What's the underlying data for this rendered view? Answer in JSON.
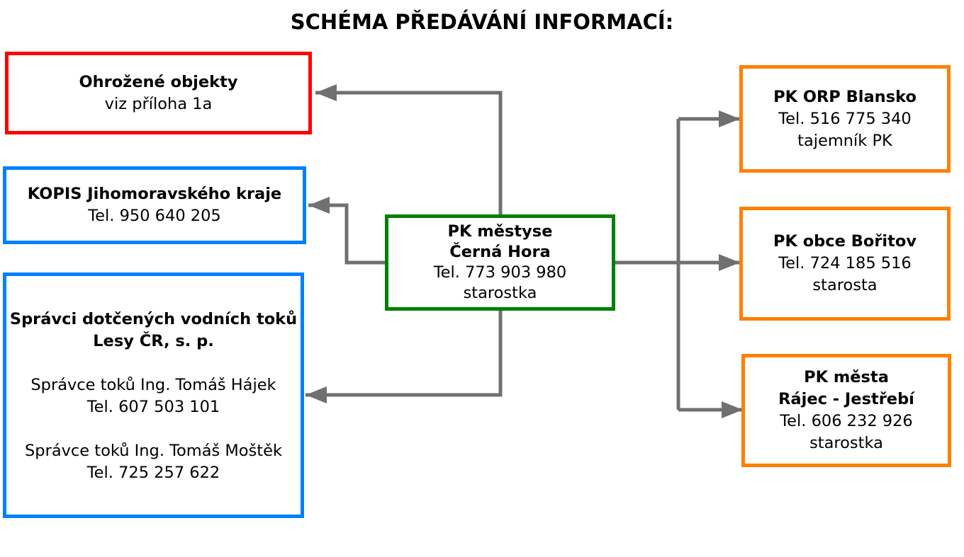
{
  "title": "SCHÉMA PŘEDÁVÁNÍ INFORMACÍ:",
  "colors": {
    "red": "#ff0000",
    "blue": "#0080ff",
    "green": "#008000",
    "orange": "#ff8000",
    "connector": "#707070"
  },
  "nodes": {
    "center": {
      "name": "PK městyse",
      "name2": "Černá Hora",
      "tel": "Tel. 773 903 980",
      "role": "starostka"
    },
    "threatened": {
      "name": "Ohrožené objekty",
      "note": "viz příloha 1a"
    },
    "kopis": {
      "name": "KOPIS Jihomoravského kraje",
      "tel": "Tel. 950 640 205"
    },
    "water": {
      "name": "Správci dotčených vodních toků",
      "name2": "Lesy ČR, s. p.",
      "manager1": "Správce toků Ing. Tomáš Hájek",
      "tel1": "Tel. 607 503 101",
      "manager2": "Správce toků Ing. Tomáš Moštěk",
      "tel2": "Tel. 725 257 622"
    },
    "orp": {
      "name": "PK ORP Blansko",
      "tel": "Tel. 516 775 340",
      "role": "tajemník PK"
    },
    "boritov": {
      "name": "PK obce Bořitov",
      "tel": "Tel. 724 185 516",
      "role": "starosta"
    },
    "rajec": {
      "name": "PK města",
      "name2": "Rájec - Jestřebí",
      "tel": "Tel. 606 232 926",
      "role": "starostka"
    }
  }
}
